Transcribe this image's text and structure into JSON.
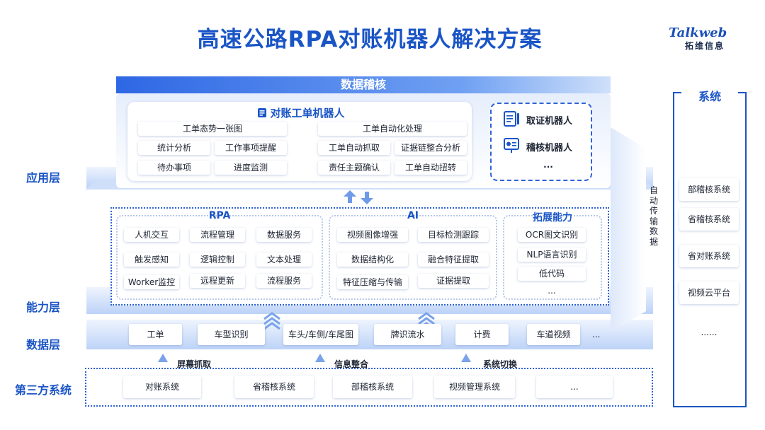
{
  "title": "高速公路RPA对账机器人解决方案",
  "logo": {
    "brand": "Talkweb",
    "brand_cn": "拓维信息"
  },
  "layers": {
    "application": "应用层",
    "capability": "能力层",
    "data": "数据层",
    "third_party": "第三方系统"
  },
  "app_layer": {
    "header": "数据稽核",
    "robot_title": "对账工单机器人",
    "left_group": {
      "heading": "工单态势一张图",
      "items": [
        "统计分析",
        "工作事项提醒",
        "待办事项",
        "进度监测"
      ]
    },
    "right_group": {
      "heading": "工单自动化处理",
      "items": [
        "工单自动抓取",
        "证据链整合分析",
        "责任主题确认",
        "工单自动扭转"
      ]
    },
    "side_robots": [
      "取证机器人",
      "稽核机器人",
      "..."
    ]
  },
  "capability_layer": {
    "rpa": {
      "heading": "RPA",
      "items": [
        "人机交互",
        "流程管理",
        "数据服务",
        "触发感知",
        "逻辑控制",
        "文本处理",
        "Worker监控",
        "远程更新",
        "流程服务"
      ]
    },
    "ai": {
      "heading": "AI",
      "items": [
        "视频图像增强",
        "目标检测跟踪",
        "数据结构化",
        "融合特征提取",
        "特征压缩与传输",
        "证据提取"
      ]
    },
    "ext": {
      "heading": "拓展能力",
      "items": [
        "OCR图文识别",
        "NLP语言识别",
        "低代码",
        "..."
      ]
    }
  },
  "data_layer": {
    "items": [
      "工单",
      "车型识别",
      "车头/车侧/车尾图",
      "牌识流水",
      "计费",
      "车道视频",
      "..."
    ]
  },
  "source_labels": [
    "屏幕抓取",
    "信息整合",
    "系统切换"
  ],
  "third_party": {
    "items": [
      "对账系统",
      "省稽核系统",
      "部稽核系统",
      "视频管理系统",
      "..."
    ]
  },
  "auto_transfer": "自动传输数据",
  "systems": {
    "title": "系统",
    "items": [
      "部稽核系统",
      "省稽核系统",
      "省对账系统",
      "视频云平台",
      "......"
    ]
  },
  "colors": {
    "primary": "#1a55c6",
    "band": "#b9d0f7",
    "dotted_border": "#2e62d0"
  }
}
